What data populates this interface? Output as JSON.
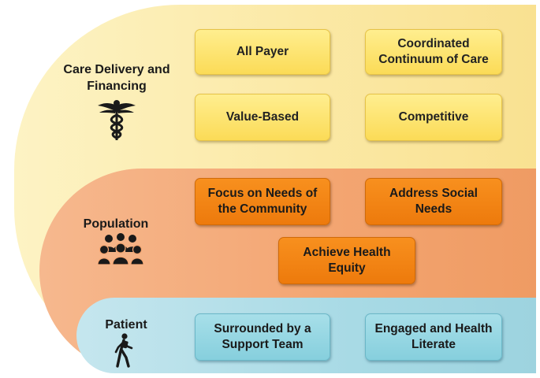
{
  "layers": {
    "care": {
      "title": "Care Delivery and Financing",
      "icon": "caduceus-icon",
      "color": "#fbe9a6",
      "boxes": [
        {
          "label": "All Payer"
        },
        {
          "label": "Coordinated Continuum of Care"
        },
        {
          "label": "Value-Based"
        },
        {
          "label": "Competitive"
        }
      ]
    },
    "population": {
      "title": "Population",
      "icon": "people-group-icon",
      "color": "#f3a571",
      "boxes": [
        {
          "label": "Focus on Needs of the Community"
        },
        {
          "label": "Address Social Needs"
        },
        {
          "label": "Achieve Health Equity"
        }
      ]
    },
    "patient": {
      "title": "Patient",
      "icon": "person-walking-icon",
      "color": "#a8dae5",
      "boxes": [
        {
          "label": "Surrounded by a Support Team"
        },
        {
          "label": "Engaged and Health Literate"
        }
      ]
    }
  }
}
